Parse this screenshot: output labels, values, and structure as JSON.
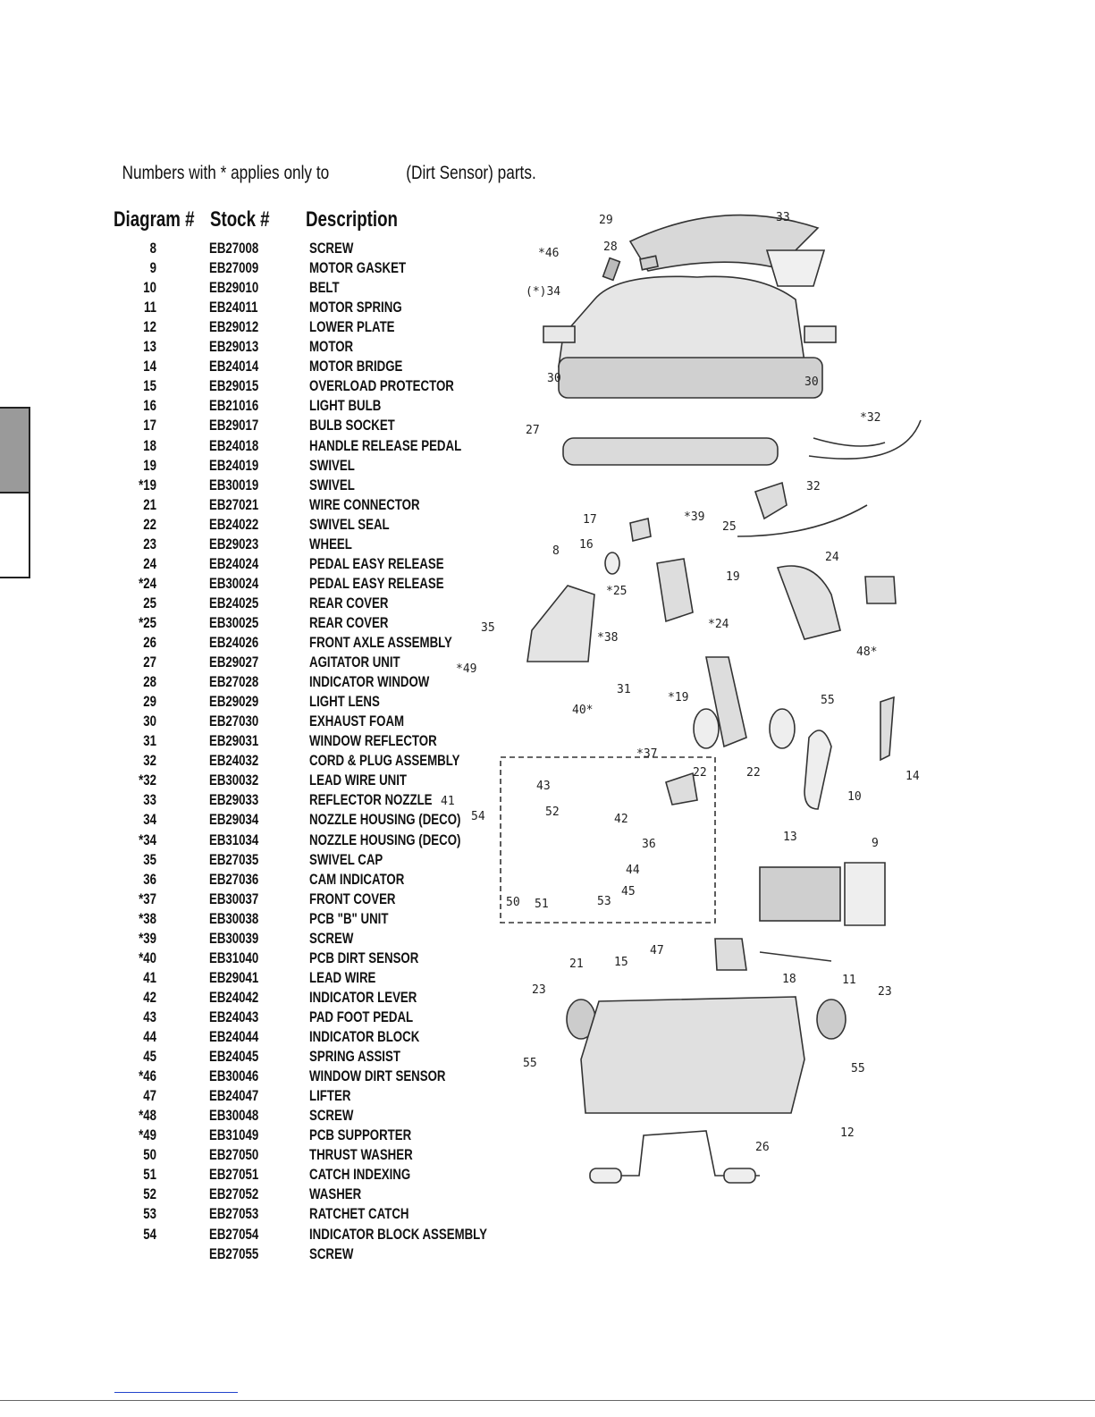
{
  "note": {
    "prefix": "Numbers with * applies only to",
    "suffix": "(Dirt Sensor) parts."
  },
  "headers": {
    "diagram": "Diagram #",
    "stock": "Stock #",
    "description": "Description"
  },
  "parts": [
    {
      "d": "8",
      "s": "EB27008",
      "desc": "SCREW"
    },
    {
      "d": "9",
      "s": "EB27009",
      "desc": "MOTOR GASKET"
    },
    {
      "d": "10",
      "s": "EB29010",
      "desc": "BELT"
    },
    {
      "d": "11",
      "s": "EB24011",
      "desc": "MOTOR SPRING"
    },
    {
      "d": "12",
      "s": "EB29012",
      "desc": "LOWER PLATE"
    },
    {
      "d": "13",
      "s": "EB29013",
      "desc": "MOTOR"
    },
    {
      "d": "14",
      "s": "EB24014",
      "desc": "MOTOR BRIDGE"
    },
    {
      "d": "15",
      "s": "EB29015",
      "desc": "OVERLOAD PROTECTOR"
    },
    {
      "d": "16",
      "s": "EB21016",
      "desc": "LIGHT BULB"
    },
    {
      "d": "17",
      "s": "EB29017",
      "desc": "BULB SOCKET"
    },
    {
      "d": "18",
      "s": "EB24018",
      "desc": "HANDLE RELEASE PEDAL"
    },
    {
      "d": "19",
      "s": "EB24019",
      "desc": "SWIVEL"
    },
    {
      "d": "*19",
      "s": "EB30019",
      "desc": "SWIVEL"
    },
    {
      "d": "21",
      "s": "EB27021",
      "desc": "WIRE CONNECTOR"
    },
    {
      "d": "22",
      "s": "EB24022",
      "desc": "SWIVEL SEAL"
    },
    {
      "d": "23",
      "s": "EB29023",
      "desc": "WHEEL"
    },
    {
      "d": "24",
      "s": "EB24024",
      "desc": "PEDAL EASY RELEASE"
    },
    {
      "d": "*24",
      "s": "EB30024",
      "desc": "PEDAL EASY RELEASE"
    },
    {
      "d": "25",
      "s": "EB24025",
      "desc": "REAR COVER"
    },
    {
      "d": "*25",
      "s": "EB30025",
      "desc": "REAR COVER"
    },
    {
      "d": "26",
      "s": "EB24026",
      "desc": "FRONT AXLE ASSEMBLY"
    },
    {
      "d": "27",
      "s": "EB29027",
      "desc": "AGITATOR UNIT"
    },
    {
      "d": "28",
      "s": "EB27028",
      "desc": "INDICATOR WINDOW"
    },
    {
      "d": "29",
      "s": "EB29029",
      "desc": "LIGHT LENS"
    },
    {
      "d": "30",
      "s": "EB27030",
      "desc": "EXHAUST FOAM"
    },
    {
      "d": "31",
      "s": "EB29031",
      "desc": "WINDOW REFLECTOR"
    },
    {
      "d": "32",
      "s": "EB24032",
      "desc": "CORD & PLUG ASSEMBLY"
    },
    {
      "d": "*32",
      "s": "EB30032",
      "desc": "LEAD WIRE UNIT"
    },
    {
      "d": "33",
      "s": "EB29033",
      "desc": "REFLECTOR NOZZLE"
    },
    {
      "d": "34",
      "s": "EB29034",
      "desc": "NOZZLE HOUSING (DECO)"
    },
    {
      "d": "*34",
      "s": "EB31034",
      "desc": "NOZZLE HOUSING (DECO)"
    },
    {
      "d": "35",
      "s": "EB27035",
      "desc": "SWIVEL CAP"
    },
    {
      "d": "36",
      "s": "EB27036",
      "desc": "CAM INDICATOR"
    },
    {
      "d": "*37",
      "s": "EB30037",
      "desc": "FRONT COVER"
    },
    {
      "d": "*38",
      "s": "EB30038",
      "desc": "PCB \"B\" UNIT"
    },
    {
      "d": "*39",
      "s": "EB30039",
      "desc": "SCREW"
    },
    {
      "d": "*40",
      "s": "EB31040",
      "desc": "PCB DIRT SENSOR"
    },
    {
      "d": "41",
      "s": "EB29041",
      "desc": "LEAD WIRE"
    },
    {
      "d": "42",
      "s": "EB24042",
      "desc": "INDICATOR LEVER"
    },
    {
      "d": "43",
      "s": "EB24043",
      "desc": "PAD FOOT PEDAL"
    },
    {
      "d": "44",
      "s": "EB24044",
      "desc": "INDICATOR BLOCK"
    },
    {
      "d": "45",
      "s": "EB24045",
      "desc": "SPRING ASSIST"
    },
    {
      "d": "*46",
      "s": "EB30046",
      "desc": "WINDOW DIRT SENSOR"
    },
    {
      "d": "47",
      "s": "EB24047",
      "desc": "LIFTER"
    },
    {
      "d": "*48",
      "s": "EB30048",
      "desc": "SCREW"
    },
    {
      "d": "*49",
      "s": "EB31049",
      "desc": "PCB SUPPORTER"
    },
    {
      "d": "50",
      "s": "EB27050",
      "desc": "THRUST WASHER"
    },
    {
      "d": "51",
      "s": "EB27051",
      "desc": "CATCH INDEXING"
    },
    {
      "d": "52",
      "s": "EB27052",
      "desc": "WASHER"
    },
    {
      "d": "53",
      "s": "EB27053",
      "desc": "RATCHET CATCH"
    },
    {
      "d": "54",
      "s": "EB27054",
      "desc": "INDICATOR BLOCK ASSEMBLY"
    },
    {
      "d": "",
      "s": "EB27055",
      "desc": "SCREW"
    }
  ],
  "callouts": [
    "29",
    "33",
    "*46",
    "28",
    "(*)34",
    "30",
    "30",
    "27",
    "*32",
    "17",
    "*39",
    "32",
    "25",
    "16",
    "8",
    "24",
    "*25",
    "19",
    "35",
    "*38",
    "*24",
    "48*",
    "*49",
    "31",
    "40*",
    "*19",
    "55",
    "14",
    "22",
    "22",
    "10",
    "*37",
    "41",
    "43",
    "54",
    "52",
    "42",
    "36",
    "44",
    "9",
    "13",
    "50",
    "51",
    "53",
    "45",
    "47",
    "21",
    "15",
    "18",
    "11",
    "23",
    "23",
    "55",
    "55",
    "12",
    "26"
  ]
}
